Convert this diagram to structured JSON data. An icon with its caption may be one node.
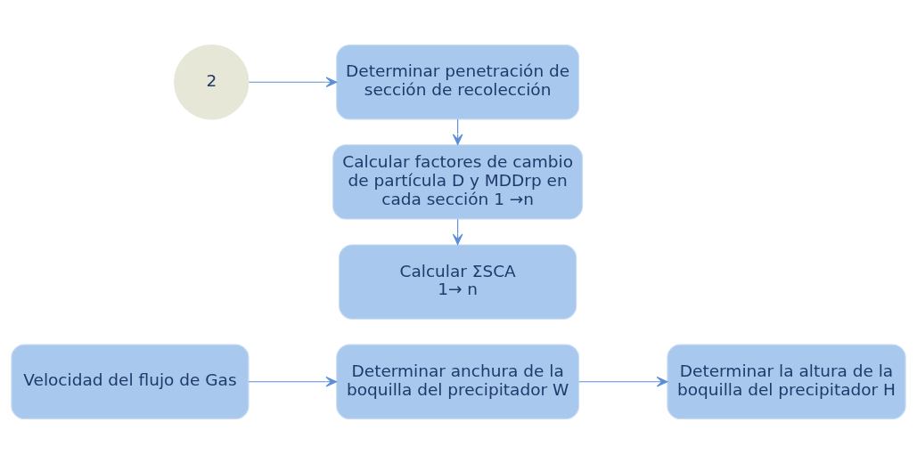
{
  "diagram": {
    "nodes": [
      {
        "text": [
          "2"
        ]
      },
      {
        "text": [
          "Determinar penetración de sección de recolección"
        ]
      },
      {
        "text": [
          "Calcular factores de cambio de partícula D y MDDrp en cada sección 1 →n"
        ]
      },
      {
        "text": [
          "Calcular ΣSCA 1→ n"
        ]
      },
      {
        "text": [
          "Velocidad del flujo de Gas"
        ]
      },
      {
        "text": [
          "Determinar anchura de la boquilla del precipitador W"
        ]
      },
      {
        "text": [
          "Determinar la altura de la boquilla del precipitador H"
        ]
      }
    ],
    "edges": [
      {
        "from": 0,
        "to": 1,
        "arrow": "to"
      },
      {
        "from": 1,
        "to": 2,
        "arrow": "to"
      },
      {
        "from": 2,
        "to": 3,
        "arrow": "to"
      },
      {
        "from": 4,
        "to": 5,
        "arrow": "to"
      },
      {
        "from": 5,
        "to": 6,
        "arrow": "to"
      }
    ]
  }
}
